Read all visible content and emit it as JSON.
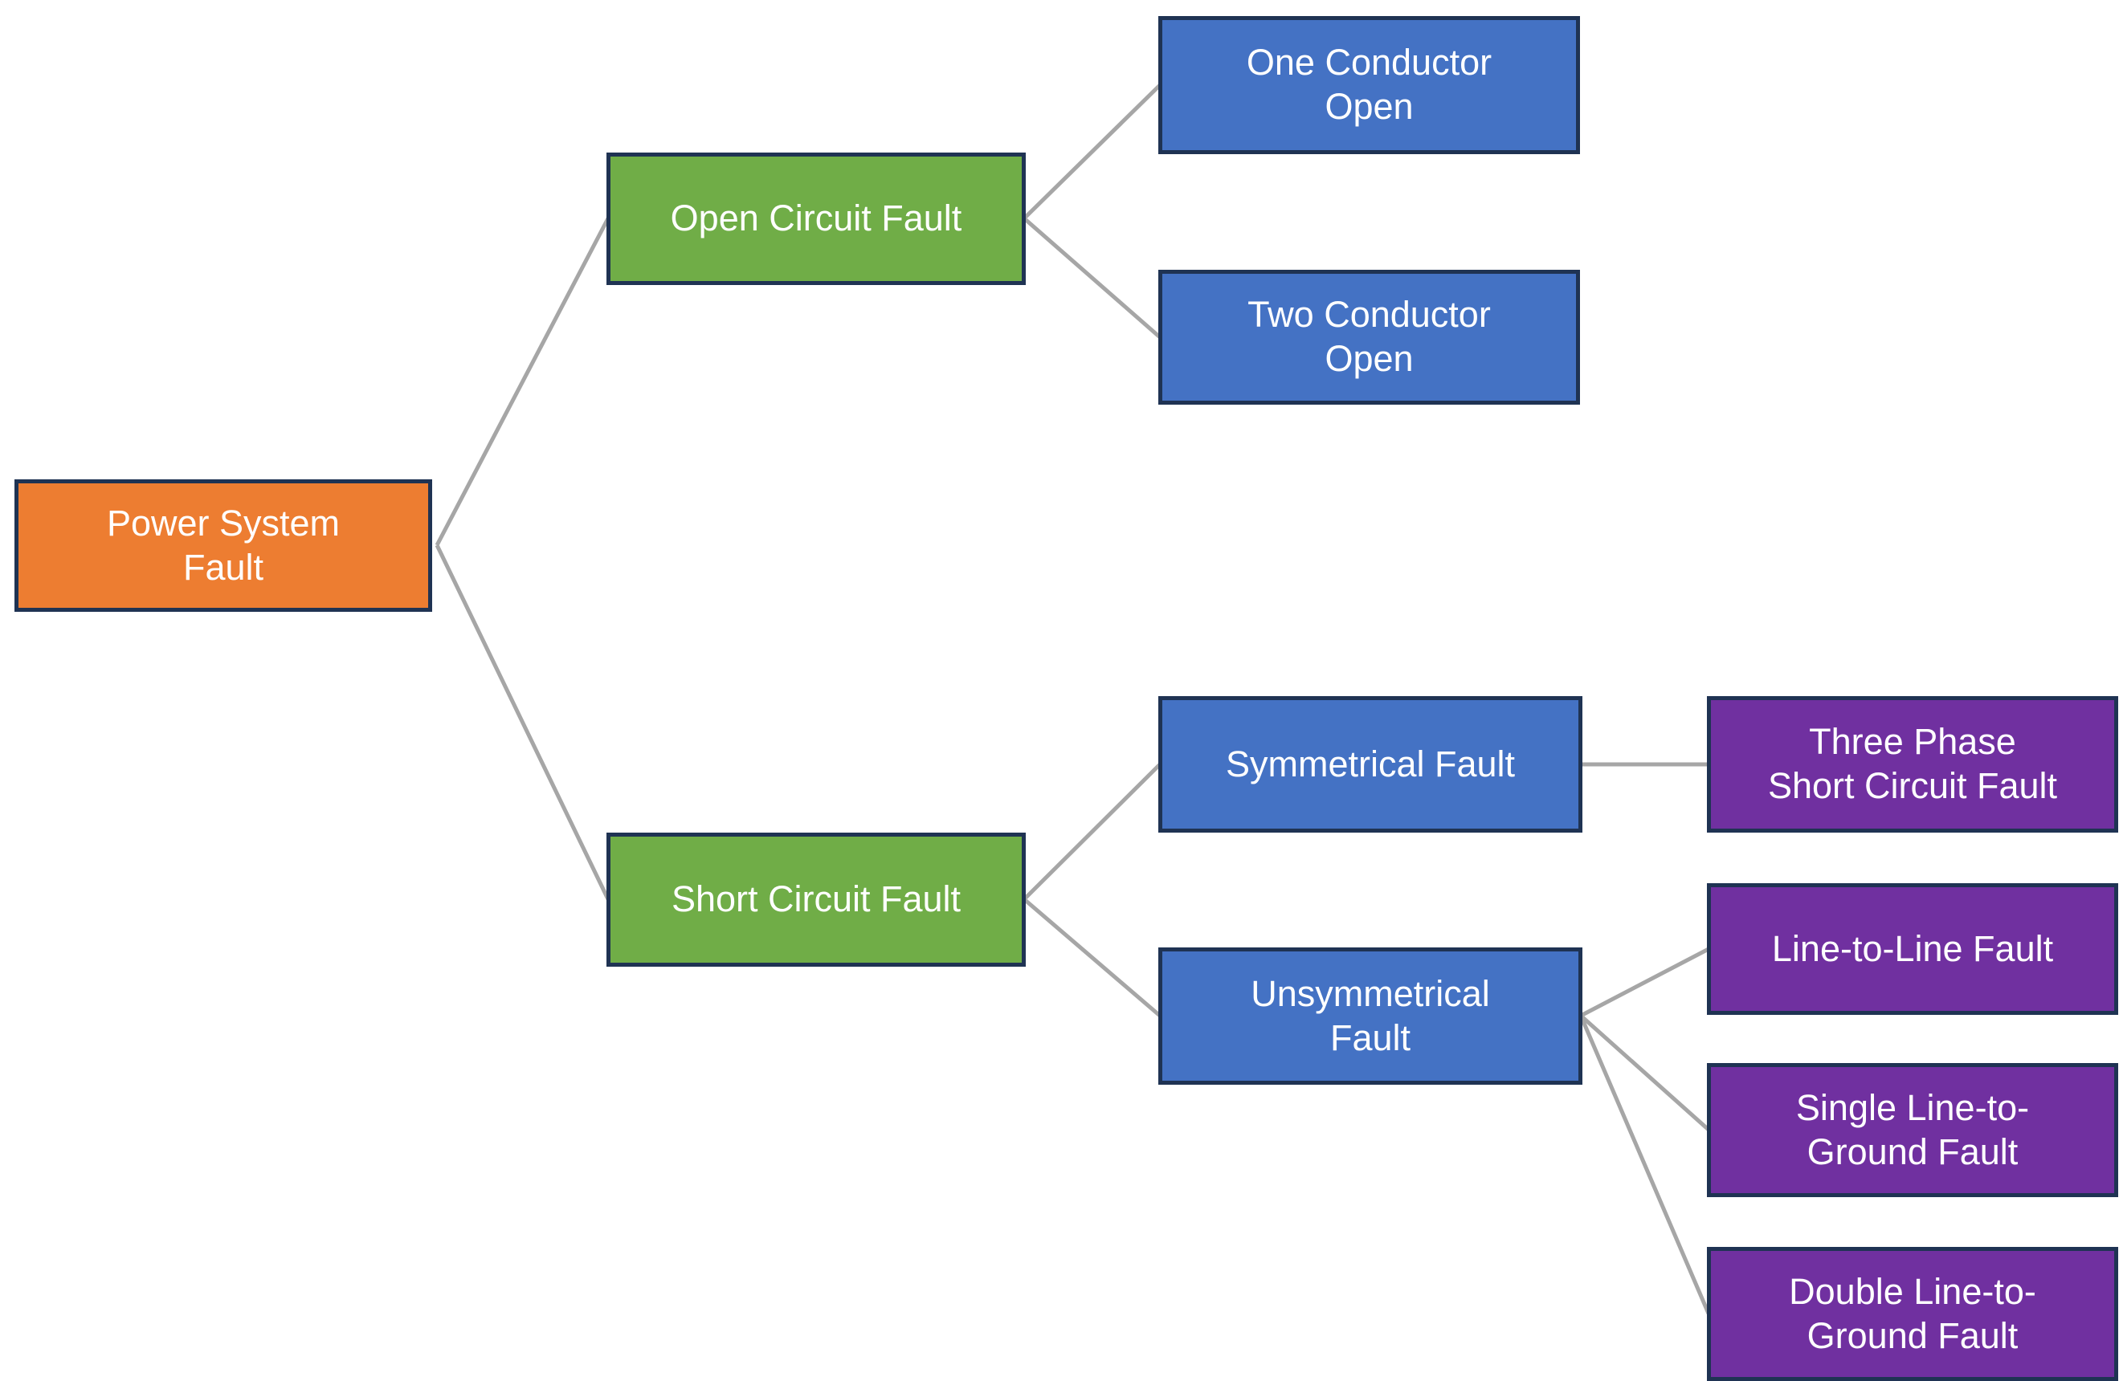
{
  "colors": {
    "root": "#ED7D31",
    "branch": "#70AD47",
    "leaf2": "#4472C4",
    "leaf3": "#7030A0",
    "border": "#1F3353",
    "connector": "#A6A6A6",
    "text": "#FFFFFF",
    "background": "#FFFFFF"
  },
  "nodes": {
    "power_system_fault": {
      "label": "Power System\nFault"
    },
    "open_circuit_fault": {
      "label": "Open Circuit Fault"
    },
    "one_conductor_open": {
      "label": "One Conductor\nOpen"
    },
    "two_conductor_open": {
      "label": "Two Conductor\nOpen"
    },
    "short_circuit_fault": {
      "label": "Short Circuit Fault"
    },
    "symmetrical_fault": {
      "label": "Symmetrical Fault"
    },
    "unsymmetrical_fault": {
      "label": "Unsymmetrical\nFault"
    },
    "three_phase_short_circuit_fault": {
      "label": "Three Phase\nShort Circuit Fault"
    },
    "line_to_line_fault": {
      "label": "Line-to-Line Fault"
    },
    "single_line_to_ground_fault": {
      "label": "Single Line-to-\nGround Fault"
    },
    "double_line_to_ground_fault": {
      "label": "Double Line-to-\nGround Fault"
    }
  },
  "hierarchy": {
    "root": "Power System Fault",
    "children": [
      {
        "label": "Open Circuit Fault",
        "children": [
          {
            "label": "One Conductor Open"
          },
          {
            "label": "Two Conductor Open"
          }
        ]
      },
      {
        "label": "Short Circuit Fault",
        "children": [
          {
            "label": "Symmetrical Fault",
            "children": [
              {
                "label": "Three Phase Short Circuit Fault"
              }
            ]
          },
          {
            "label": "Unsymmetrical Fault",
            "children": [
              {
                "label": "Line-to-Line Fault"
              },
              {
                "label": "Single Line-to-Ground Fault"
              },
              {
                "label": "Double Line-to-Ground Fault"
              }
            ]
          }
        ]
      }
    ]
  }
}
